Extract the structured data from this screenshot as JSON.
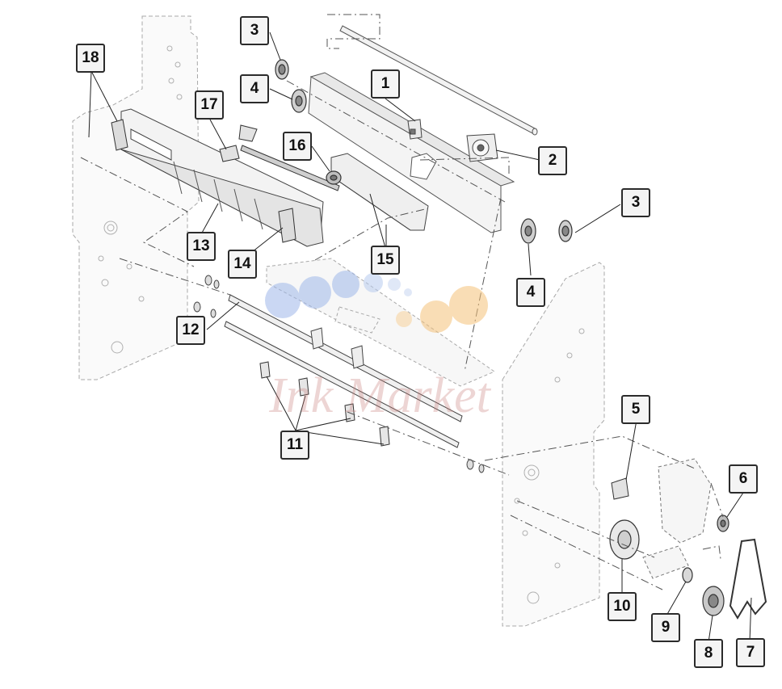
{
  "diagram": {
    "callouts": [
      {
        "id": "callout-1",
        "label": "1"
      },
      {
        "id": "callout-2",
        "label": "2"
      },
      {
        "id": "callout-3-top",
        "label": "3"
      },
      {
        "id": "callout-3-right",
        "label": "3"
      },
      {
        "id": "callout-4-top",
        "label": "4"
      },
      {
        "id": "callout-4-right",
        "label": "4"
      },
      {
        "id": "callout-5",
        "label": "5"
      },
      {
        "id": "callout-6",
        "label": "6"
      },
      {
        "id": "callout-7",
        "label": "7"
      },
      {
        "id": "callout-8",
        "label": "8"
      },
      {
        "id": "callout-9",
        "label": "9"
      },
      {
        "id": "callout-10",
        "label": "10"
      },
      {
        "id": "callout-11",
        "label": "11"
      },
      {
        "id": "callout-12",
        "label": "12"
      },
      {
        "id": "callout-13",
        "label": "13"
      },
      {
        "id": "callout-14",
        "label": "14"
      },
      {
        "id": "callout-15",
        "label": "15"
      },
      {
        "id": "callout-16",
        "label": "16"
      },
      {
        "id": "callout-17",
        "label": "17"
      },
      {
        "id": "callout-18",
        "label": "18"
      }
    ],
    "watermark": "Ink Market",
    "colors": {
      "line": "#4a4a4a",
      "frame": "#9a9a9a",
      "part_fill": "#f2f2f2",
      "callout_border": "#2b2b2b",
      "callout_fill": "#f4f4f4",
      "watermark_blue": "#9fb8ea",
      "watermark_orange": "#f5c27a",
      "watermark_red": "#c9807c"
    }
  }
}
